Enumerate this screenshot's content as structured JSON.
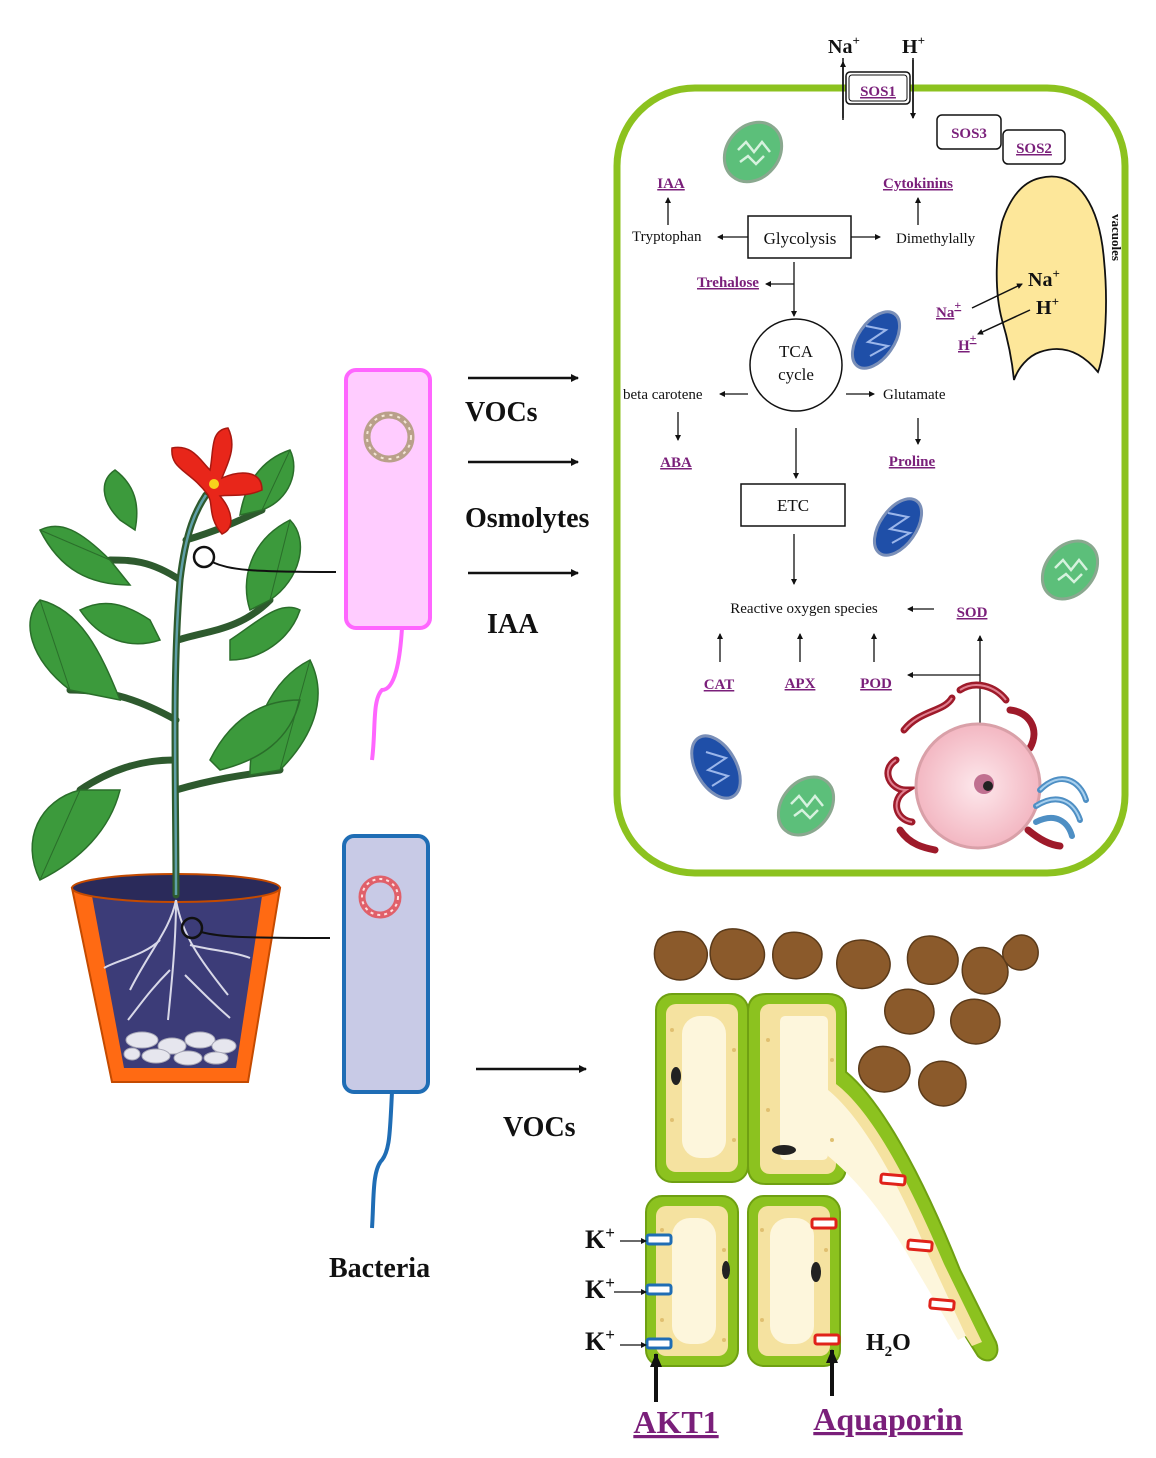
{
  "labels": {
    "na_out": "Na",
    "h_out": "H",
    "sos1": "SOS1",
    "sos3": "SOS3",
    "sos2": "SOS2",
    "iaa_top": "IAA",
    "cytokinins": "Cytokinins",
    "tryptophan": "Tryptophan",
    "glycolysis": "Glycolysis",
    "dimethylally": "Dimethylally",
    "vacuoles": "vacuoles",
    "na_vac": "Na",
    "h_vac": "H",
    "na_cyto": "Na",
    "h_cyto": "H",
    "trehalose": "Trehalose",
    "tca_line1": "TCA",
    "tca_line2": "cycle",
    "beta_carotene": "beta carotene",
    "glutamate": "Glutamate",
    "aba": "ABA",
    "proline": "Proline",
    "etc": "ETC",
    "ros": "Reactive oxygen species",
    "sod": "SOD",
    "cat": "CAT",
    "apx": "APX",
    "pod": "POD",
    "vocs_1": "VOCs",
    "osmolytes": "Osmolytes",
    "iaa_mid": "IAA",
    "vocs_2": "VOCs",
    "bacteria": "Bacteria",
    "k1": "K",
    "k2": "K",
    "k3": "K",
    "h2o": "H",
    "h2o_sub": "2",
    "h2o_o": "O",
    "akt1": "AKT1",
    "aquaporin": "Aquaporin",
    "plus": "+"
  },
  "colors": {
    "cell_wall": "#8cc21f",
    "vacuole": "#fde79a",
    "purple_text": "#7a1f7a",
    "pink_bacterium": "#ffccff",
    "pink_bacterium_border": "#ff66ff",
    "blue_bacterium": "#c8cae6",
    "blue_bacterium_border": "#1f6db5",
    "pot_orange": "#ff6a13",
    "soil": "#3c3c78",
    "leaf_green": "#3c9a3c",
    "flower_red": "#e8261a",
    "soil_particle": "#8b5a2b",
    "root_cell_fill": "#f5e2a0",
    "aquaporin_red": "#e0221a",
    "akt1_blue": "#1f6db5"
  },
  "icons": [
    "plant-in-pot",
    "bacterium-pink",
    "bacterium-blue",
    "mitochondrion",
    "chloroplast",
    "nucleus-er-golgi",
    "soil-particle",
    "root-cells"
  ]
}
